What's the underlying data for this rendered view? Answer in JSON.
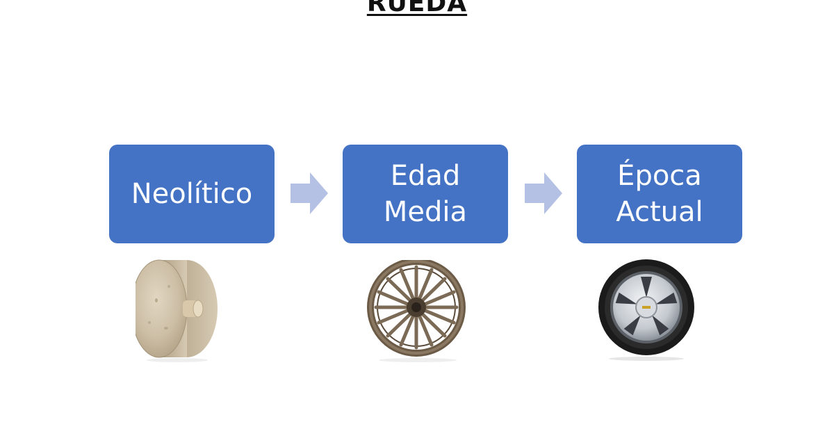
{
  "title": "RUEDA",
  "colors": {
    "box": "#4472C4",
    "arrow": "#B4C0E4"
  },
  "stages": [
    {
      "label_lines": [
        "Neolítico"
      ],
      "image": "stone-wheel-image"
    },
    {
      "label_lines": [
        "Edad",
        "Media"
      ],
      "image": "wooden-spoked-wheel-image"
    },
    {
      "label_lines": [
        "Época",
        "Actual"
      ],
      "image": "alloy-car-wheel-image"
    }
  ],
  "arrows": [
    "right-arrow",
    "right-arrow"
  ]
}
